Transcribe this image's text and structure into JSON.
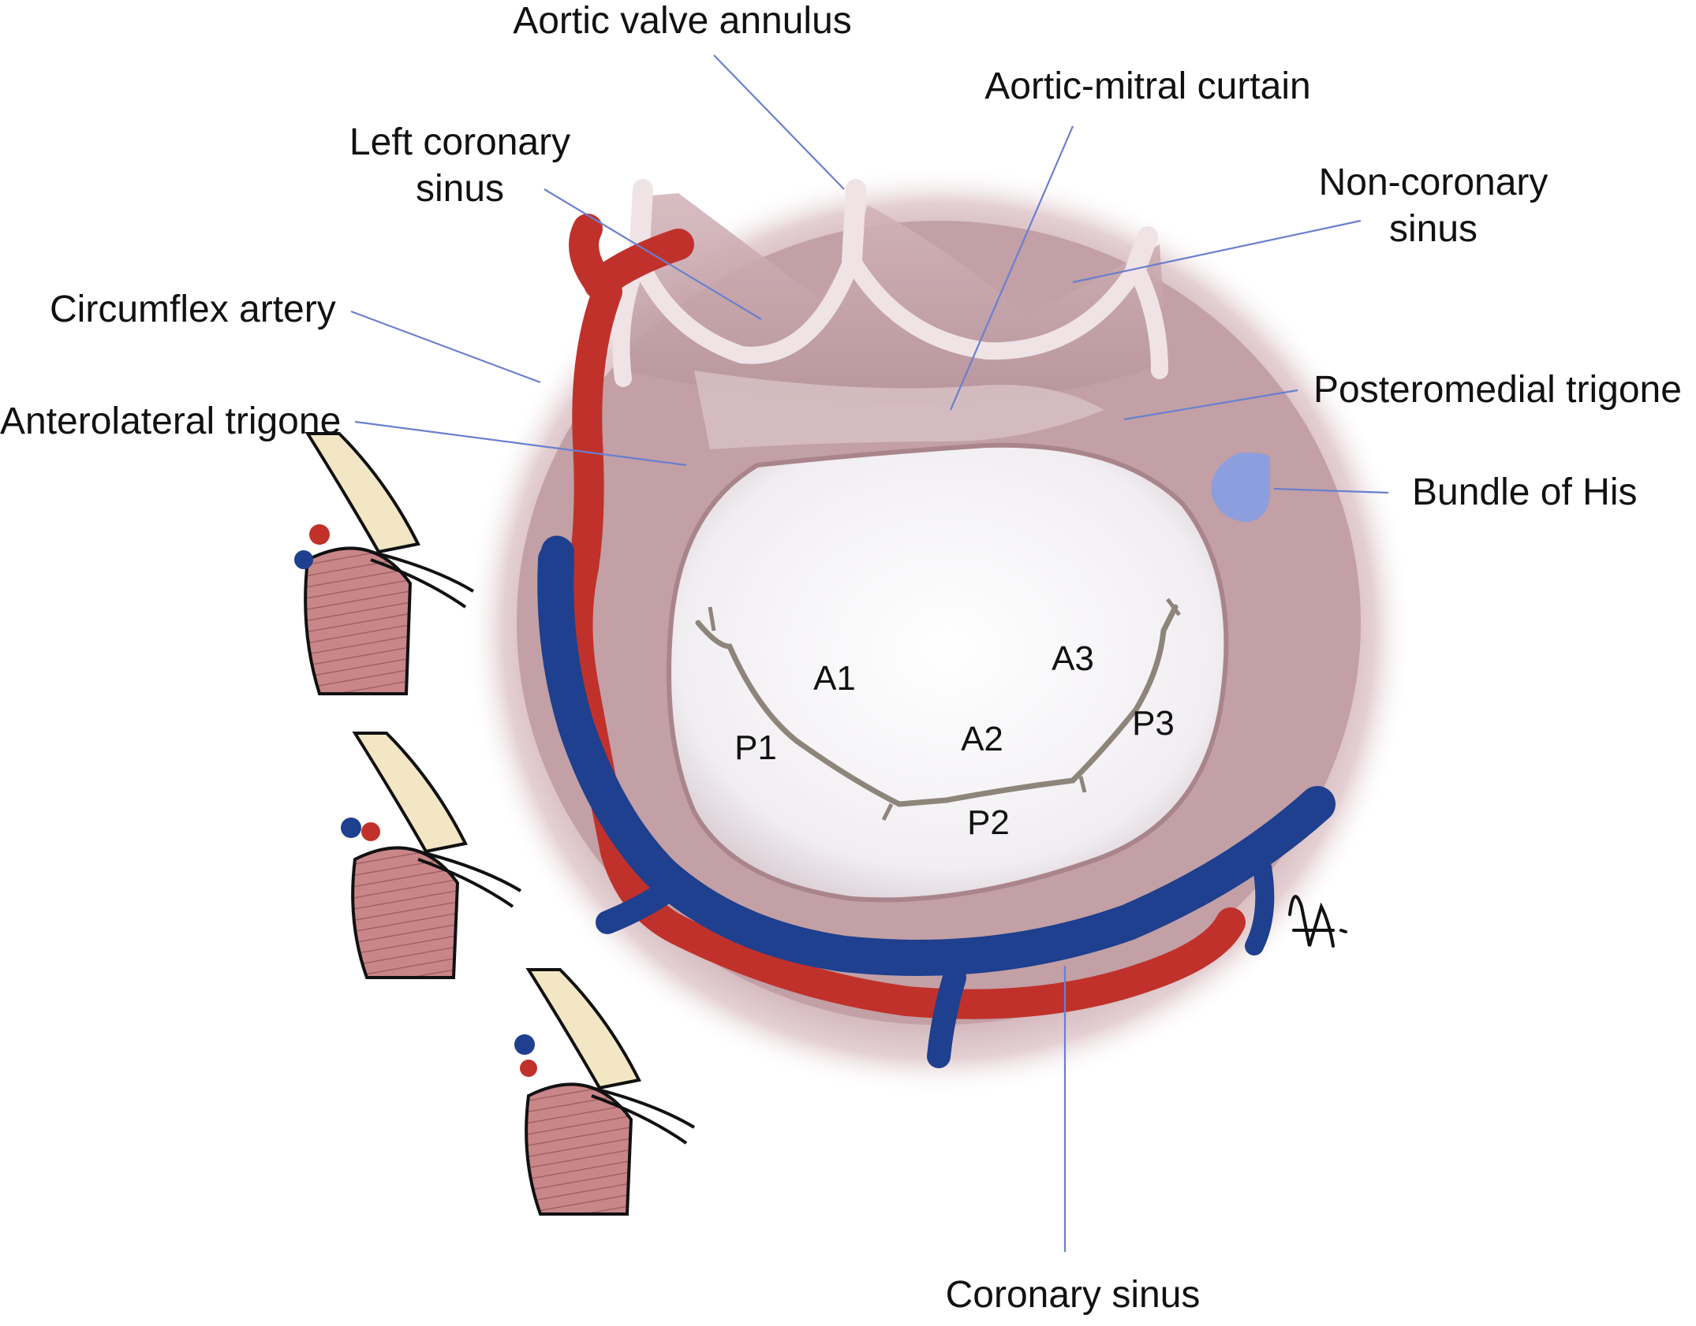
{
  "labels": {
    "aortic_valve_annulus": "Aortic valve annulus",
    "aortic_mitral_curtain": "Aortic-mitral curtain",
    "left_coronary_sinus_1": "Left coronary",
    "left_coronary_sinus_2": "sinus",
    "non_coronary_sinus_1": "Non-coronary",
    "non_coronary_sinus_2": "sinus",
    "circumflex_artery": "Circumflex artery",
    "posteromedial_trigone": "Posteromedial trigone",
    "anterolateral_trigone": "Anterolateral trigone",
    "bundle_of_his": "Bundle of His",
    "coronary_sinus": "Coronary sinus"
  },
  "segments": {
    "a1": "A1",
    "a2": "A2",
    "a3": "A3",
    "p1": "P1",
    "p2": "P2",
    "p3": "P3"
  },
  "colors": {
    "tissue": "#c9a7ab",
    "tissue_dark": "#a98288",
    "annulus_white": "#f1e6e8",
    "orifice": "#f6f4f6",
    "artery": "#c0312b",
    "vein": "#1f3f8f",
    "leader": "#6a7fcf",
    "bundle_his": "#8d9ede",
    "muscle": "#c98688",
    "fat": "#f2e6c4"
  }
}
